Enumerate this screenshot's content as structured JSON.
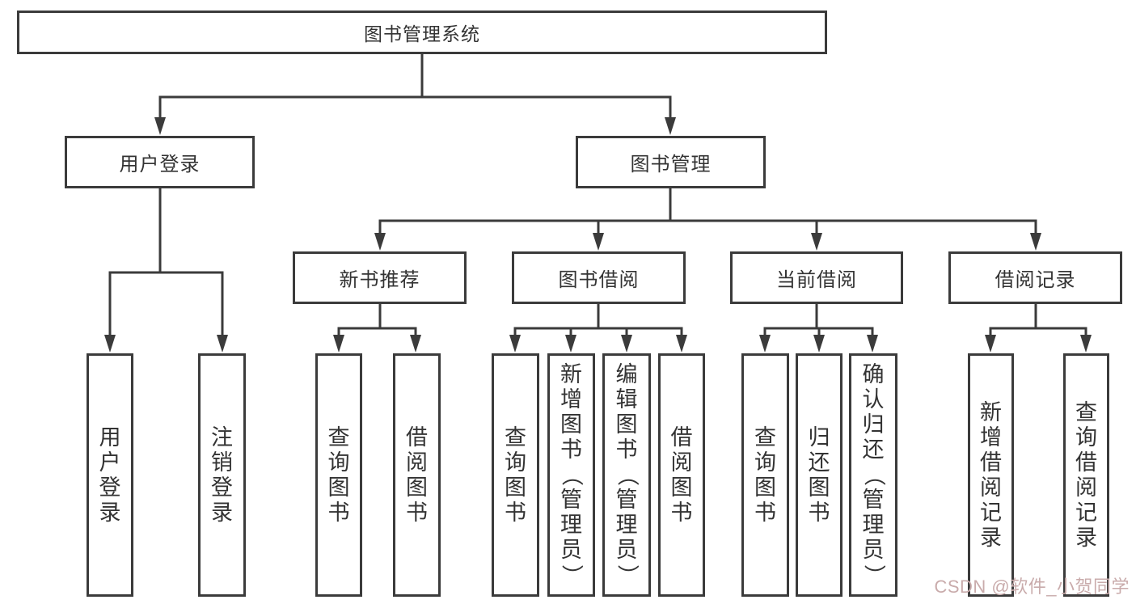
{
  "tree": {
    "root": "图书管理系统",
    "branches": [
      {
        "label": "用户登录",
        "leaves": [
          "用户登录",
          "注销登录"
        ]
      },
      {
        "label": "图书管理",
        "groups": [
          {
            "label": "新书推荐",
            "leaves": [
              "查询图书",
              "借阅图书"
            ]
          },
          {
            "label": "图书借阅",
            "leaves": [
              "查询图书",
              "新增图书（管理员）",
              "编辑图书（管理员）",
              "借阅图书"
            ]
          },
          {
            "label": "当前借阅",
            "leaves": [
              "查询图书",
              "归还图书",
              "确认归还（管理员）"
            ]
          },
          {
            "label": "借阅记录",
            "leaves": [
              "新增借阅记录",
              "查询借阅记录"
            ]
          }
        ]
      }
    ]
  },
  "watermark": "CSDN @软件_小贺同学",
  "colors": {
    "line": "#3b3b3b",
    "text": "#333333",
    "watermark": "#c9abab"
  }
}
